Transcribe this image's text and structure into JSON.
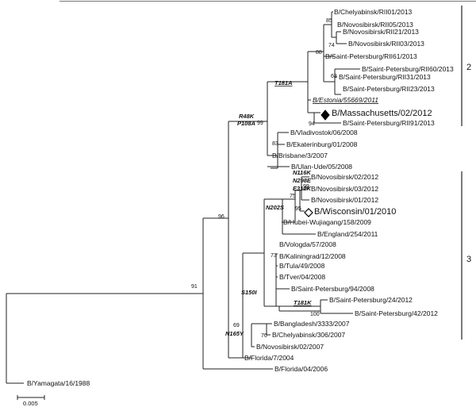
{
  "taxa": {
    "chelyabinsk_rii01_2013": "B/Chelyabinsk/RII01/2013",
    "novosibirsk_rii05_2013": "B/Novosibirsk/RII05/2013",
    "novosibirsk_rii21_2013": "B/Novosibirsk/RII21/2013",
    "novosibirsk_rii03_2013": "B/Novosibirsk/RII03/2013",
    "saint_petersburg_rii61_2013": "B/Saint-Petersburg/RII61/2013",
    "saint_petersburg_rii60_2013": "B/Saint-Petersburg/RII60/2013",
    "saint_petersburg_rii31_2013": "B/Saint-Petersburg/RII31/2013",
    "saint_petersburg_rii23_2013": "B/Saint-Petersburg/RII23/2013",
    "estonia_55669_2011": "B/Estonia/55669/2011",
    "massachusetts_02_2012": "B/Massachusetts/02/2012",
    "saint_petersburg_rii91_2013": "B/Saint-Petersburg/RII91/2013",
    "vladivostok_06_2008": "B/Vladivostok/06/2008",
    "ekaterinburg_01_2008": "B/Ekaterinburg/01/2008",
    "brisbane_3_2007": "B/Brisbane/3/2007",
    "ulan_ude_05_2008": "B/Ulan-Ude/05/2008",
    "novosibirsk_02_2012": "B/Novosibirsk/02/2012",
    "novosibirsk_03_2012": "B/Novosibirsk/03/2012",
    "novosibirsk_01_2012": "B/Novosibirsk/01/2012",
    "wisconsin_01_2010": "B/Wisconsin/01/2010",
    "hubei_wujiagang_158_2009": "B/Hubei-Wujiagang/158/2009",
    "england_254_2011": "B/England/254/2011",
    "vologda_57_2008": "B/Vologda/57/2008",
    "kaliningrad_12_2008": "B/Kaliningrad/12/2008",
    "tula_49_2008": "B/Tula/49/2008",
    "tver_04_2008": "B/Tver/04/2008",
    "saint_petersburg_94_2008": "B/Saint-Petersburg/94/2008",
    "saint_petersburg_24_2012": "B/Saint-Petersburg/24/2012",
    "saint_petersburg_42_2012": "B/Saint-Petersburg/42/2012",
    "bangladesh_3333_2007": "B/Bangladesh/3333/2007",
    "chelyabinsk_306_2007": "B/Chelyabinsk/306/2007",
    "novosibirsk_02_2007": "B/Novosibirsk/02/2007",
    "florida_7_2004": "B/Florida/7/2004",
    "florida_04_2006": "B/Florida/04/2006",
    "yamagata_16_1988": "B/Yamagata/16/1988"
  },
  "bootstrap": {
    "b85": "85",
    "b74": "74",
    "b88": "88",
    "b68": "68",
    "b94": "94",
    "b99_clade2": "99",
    "b83": "83",
    "b99_nsk": "99",
    "b75": "75",
    "b95": "95",
    "b73": "73",
    "b100": "100",
    "b76": "76",
    "b69": "69",
    "b96": "96",
    "b91": "91"
  },
  "mutations": {
    "t181a": "T181A",
    "r48k": "R48K",
    "p108a": "P108A",
    "n116k": "N116K",
    "n298e": "N298E",
    "e312k": "E312K",
    "n202s": "N202S",
    "s150i": "S150I",
    "n165y": "N165Y",
    "t181k": "T181K"
  },
  "clades": {
    "clade_2": "2",
    "clade_3": "3"
  },
  "markers": {
    "massachusetts": "filled-diamond-icon",
    "wisconsin": "open-diamond-icon"
  },
  "scale_bar": {
    "label": "0.005"
  }
}
